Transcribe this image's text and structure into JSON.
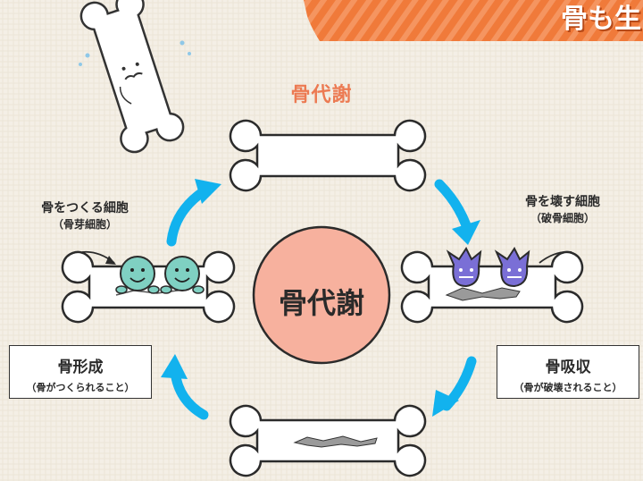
{
  "banner": {
    "text": "骨も生",
    "color": "#f07a3a"
  },
  "title": "骨代謝",
  "center_label": "骨代謝",
  "formation_cells": {
    "label": "骨をつくる細胞",
    "sub": "（骨芽細胞）"
  },
  "resorption_cells": {
    "label": "骨を壊す細胞",
    "sub": "（破骨細胞）"
  },
  "formation_box": {
    "label": "骨形成",
    "sub": "（骨がつくられること）"
  },
  "resorption_box": {
    "label": "骨吸収",
    "sub": "（骨が破壊されること）"
  },
  "colors": {
    "arrow": "#12b2ee",
    "center_circle": "#f7b19e",
    "title": "#ec7a52",
    "osteoblast": "#7fd0c2",
    "osteoclast": "#7a6fd6"
  },
  "icons": [
    "bone-mascot-icon",
    "bone-icon",
    "cycle-arrow-icon",
    "osteoblast-cell-icon",
    "osteoclast-cell-icon"
  ]
}
